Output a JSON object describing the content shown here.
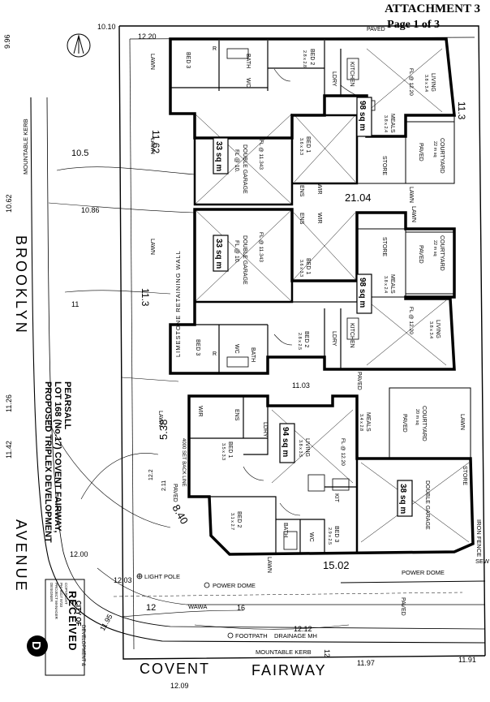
{
  "header": {
    "attachment": "ATTACHMENT 3",
    "page": "Page 1 of 3"
  },
  "streets": {
    "left": "BROOKLYN",
    "left_suffix": "AVENUE",
    "bottom": "COVENT",
    "bottom_suffix": "FAIRWAY"
  },
  "proposal": [
    "PROPOSED TRIPLEX DEVELOPMENT",
    "LOT 168 (No.17) COVENT FAIRWAY,",
    "PEARSALL"
  ],
  "site": {
    "features": {
      "kerb": "MOUNTABLE KERB",
      "kerb_bottom": "MOUNTABLE KERB",
      "footpath": "FOOTPATH",
      "drainage": "DRAINAGE MH",
      "power_dome": "POWER DOME",
      "power_dome_right": "POWER DOME",
      "light_pole": "LIGHT POLE",
      "wall": "LIMESTONE RETAINING WALL",
      "setback": "4000 SET BACK LINE",
      "fence": "IRON FENCE",
      "wawa": "WAWA",
      "sewer": "SEW"
    },
    "levels": {
      "l1": "10.10",
      "l2": "9.96",
      "l3": "12.20",
      "l4": "11.62",
      "l5": "10.5",
      "l6": "10.62",
      "l7": "10.86",
      "l8": "11.3",
      "l9": "11",
      "l10": "11.26",
      "l11": "11.42",
      "l12": "12.2",
      "l13": "2.11",
      "l14": "12.03",
      "l15": "11.95",
      "l16": "12.09",
      "l17": "11.97",
      "l18": "11.91",
      "l19": "12.12",
      "l20": "11.03",
      "l21": "12",
      "l22": "12.00",
      "l23": "12",
      "l24": "16",
      "l25": "11.3"
    },
    "dims": {
      "d1": "21.04",
      "d2": "15.02",
      "d3": "5.38",
      "d4": "8.40"
    }
  },
  "unit_top": {
    "bed3": "BED 3",
    "bath": "BATH",
    "bed2": "BED 2",
    "bed2_size": "2.8 x 2.8",
    "ldry": "LDRY",
    "kitchen": "KITCHEN",
    "living": "LIVING",
    "living_size": "3.8 x 3.4",
    "living_fl": "FL @ 12.20",
    "meals": "MEALS",
    "meals_size": "3.8 x 2.4",
    "area": "98 sq m",
    "bed1": "BED 1",
    "bed1_size": "3.6 x 3.3",
    "store": "STORE",
    "courtyard": "COURTYARD",
    "courtyard_size": "22 m sq",
    "paved": "PAVED",
    "garage": "DOUBLE GARAGE",
    "garage_fl": "FL @ 10.",
    "garage_area": "33 sq m",
    "fl": "FL @ 11.343",
    "ens": "ENS",
    "wir": "WIR",
    "lawn": "LAWN",
    "wc": "WC",
    "r": "R"
  },
  "unit_mid": {
    "bed3": "BED 3",
    "bath": "BATH",
    "bed2": "BED 2",
    "bed2_size": "2.8 x 2.5",
    "ldry": "LDRY",
    "kitchen": "KITCHEN",
    "living": "LIVING",
    "living_size": "3.8 x 3.4",
    "living_fl": "FL @ 12.20",
    "meals": "MEALS",
    "meals_size": "3.8 x 2.4",
    "area": "98 sq m",
    "bed1": "BED 1",
    "bed1_size": "3.6 x 3.3",
    "store": "STORE",
    "courtyard": "COURTYARD",
    "courtyard_size": "22 m sq",
    "paved": "PAVED",
    "garage": "DOUBLE GARAGE",
    "garage_fl": "FL @ 10.",
    "garage_area": "33 sq m",
    "fl": "FL @ 11.343",
    "ens": "ENS",
    "wir": "WIR",
    "lawn": "LAWN",
    "wc": "WC",
    "r": "R"
  },
  "unit_bot": {
    "wir": "WIR",
    "ens": "ENS",
    "bed1": "BED 1",
    "bed1_size": "3.5 x 3.3",
    "ldry": "LDRY",
    "living": "LIVING",
    "living_size": "3.8 x 3.5",
    "area": "94 sq m",
    "fl": "FL @ 12.20",
    "meals": "MEALS",
    "meals_size": "3.4 x 2.8",
    "kit": "KIT",
    "bed2": "BED 2",
    "bed2_size": "3.1 x 2.7",
    "bath": "BATH",
    "wc": "WC",
    "bed3": "BED 3",
    "bed3_size": "2.9 x 2.5",
    "courtyard": "COURTYARD",
    "courtyard_size": "20 m sq",
    "paved": "PAVED",
    "store": "STORE",
    "garage": "DOUBLE GARAGE",
    "garage_area": "38 sq m",
    "lawn": "LAWN"
  },
  "stamp": {
    "received": "RECEIVED",
    "city": "CITY OF",
    "dept": "DEVELOPMENT &",
    "letter": "D"
  },
  "titleblock": {
    "l1": "DESIGNER",
    "l2": "PROJECT MANAGER",
    "l3": "PH: 9417 9733",
    "l4": "COPYRIGHT"
  }
}
